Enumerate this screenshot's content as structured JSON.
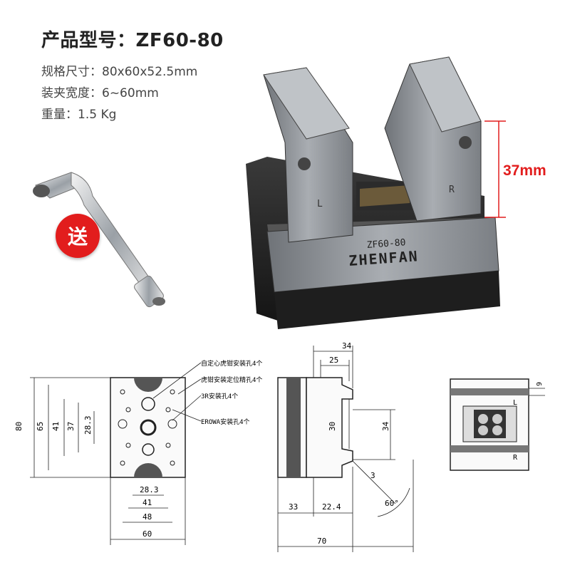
{
  "header": {
    "title": "产品型号：ZF60-80",
    "specs": [
      "规格尺寸：80x60x52.5mm",
      "装夹宽度：6~60mm",
      "重量：1.5 Kg"
    ]
  },
  "gift_badge": "送",
  "photo": {
    "jaw_height": "37mm",
    "body_model": "ZF60-80",
    "body_brand": "ZHENFAN",
    "jaw_left": "L",
    "jaw_right": "R"
  },
  "drawing_top": {
    "notes": [
      "自定心虎钳安装孔4个",
      "虎钳安装定位精孔4个",
      "3R安装孔4个",
      "EROWA安装孔4个"
    ],
    "vertical_dims": [
      "80",
      "65",
      "41",
      "37",
      "28.3"
    ],
    "horizontal_dims": [
      "28.3",
      "41",
      "48",
      "60"
    ]
  },
  "drawing_side": {
    "dims": [
      "34",
      "25",
      "30",
      "34",
      "3",
      "33",
      "22.4",
      "60°",
      "70"
    ]
  },
  "drawing_front": {
    "dims": [
      "9"
    ],
    "labels": [
      "L",
      "R"
    ]
  },
  "colors": {
    "accent": "#e21d1d",
    "body": "#2a2a2a",
    "steel": "#8e9196"
  }
}
